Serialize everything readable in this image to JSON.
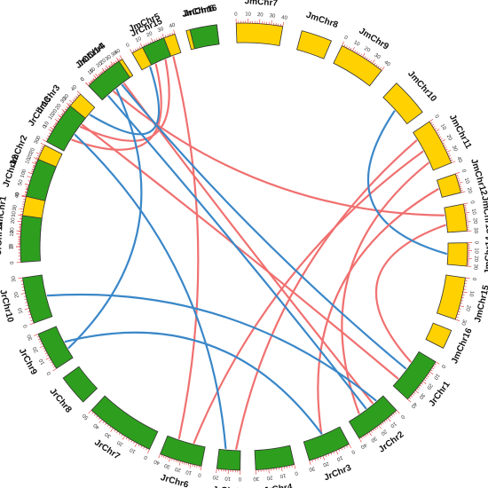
{
  "colors": {
    "jm_fill": "#FFD100",
    "jr_fill": "#2E9E1E",
    "block_stroke": "#333333",
    "tick": "#E03030",
    "link_red": "#F07070",
    "link_blue": "#3A87C8"
  },
  "chromosomes": [
    {
      "id": "JmChr1",
      "label": "JmChr1",
      "group": "Jm",
      "start": 168,
      "end": 181,
      "ticks": [
        "0",
        "10",
        "20",
        "30",
        "40",
        "50"
      ]
    },
    {
      "id": "JmChr2",
      "label": "JmChr2",
      "group": "Jm",
      "start": 151,
      "end": 159,
      "ticks": [
        "0",
        "10",
        "20",
        "30"
      ]
    },
    {
      "id": "JmChr3",
      "label": "JmChr3",
      "group": "Jm",
      "start": 133,
      "end": 144,
      "ticks": [
        "0",
        "10",
        "20",
        "30",
        "40"
      ]
    },
    {
      "id": "JmChr4",
      "label": "JmChr4",
      "group": "Jm",
      "start": 116,
      "end": 127,
      "ticks": [
        "0",
        "10",
        "20",
        "30",
        "40"
      ]
    },
    {
      "id": "JmChr5",
      "label": "JmChr5",
      "group": "Jm",
      "start": 100,
      "end": 112,
      "ticks": [
        "0",
        "10",
        "20",
        "30",
        "40"
      ]
    },
    {
      "id": "JmChr6",
      "label": "JmChr6",
      "group": "Jm",
      "start": 100,
      "end": 100,
      "ticks": []
    },
    {
      "id": "JmChr7",
      "label": "JmChr7",
      "group": "Jm",
      "start": 74,
      "end": 87,
      "ticks": [
        "0",
        "10",
        "20",
        "30",
        "40"
      ]
    },
    {
      "id": "JmChr8",
      "label": "JmChr8",
      "group": "Jm",
      "start": 61,
      "end": 68,
      "ticks": []
    },
    {
      "id": "JmChr9",
      "label": "JmChr9",
      "group": "Jm",
      "start": 45,
      "end": 57,
      "ticks": [
        "0",
        "10",
        "20",
        "30",
        "40"
      ]
    },
    {
      "id": "JmChr10",
      "label": "JmChr10",
      "group": "Jm",
      "start": 31,
      "end": 42,
      "ticks": []
    },
    {
      "id": "JmChr11",
      "label": "JmChr11",
      "group": "Jm",
      "start": 22,
      "end": 33,
      "ticks": [
        "0",
        "10",
        "20",
        "30",
        "40"
      ]
    },
    {
      "id": "JmChr12",
      "label": "JmChr12",
      "group": "Jm",
      "start": 16,
      "end": 22,
      "ticks": [
        "0",
        "10",
        "20"
      ]
    },
    {
      "id": "JmChr13",
      "label": "JmChr13",
      "group": "Jm",
      "start": 6,
      "end": 15,
      "ticks": [
        "0",
        "10",
        "20",
        "30"
      ]
    },
    {
      "id": "JmChr14",
      "label": "JmChr14",
      "group": "Jm",
      "start": -2,
      "end": 7,
      "ticks": [
        "0",
        "10",
        "20",
        "30"
      ]
    },
    {
      "id": "JmChr15",
      "label": "JmChr15",
      "group": "Jm",
      "start": -12,
      "end": -2,
      "ticks": [
        "0",
        "10",
        "20",
        "30"
      ]
    },
    {
      "id": "JmChr16",
      "label": "JmChr16",
      "group": "Jm",
      "start": -24,
      "end": -18,
      "ticks": []
    },
    {
      "id": "JrChr1",
      "label": "JrChr1",
      "group": "Jr",
      "start": -39,
      "end": -28,
      "ticks": [
        "0",
        "10",
        "20",
        "30",
        "40"
      ]
    },
    {
      "id": "JrChr2",
      "label": "JrChr2",
      "group": "Jr",
      "start": -55,
      "end": -44,
      "ticks": [
        "0",
        "10",
        "20",
        "30",
        "40"
      ]
    },
    {
      "id": "JrChr3",
      "label": "JrChr3",
      "group": "Jr",
      "start": -68,
      "end": -59,
      "ticks": [
        "0",
        "10",
        "20",
        "30"
      ]
    },
    {
      "id": "JrChr4",
      "label": "JrChr4",
      "group": "Jr",
      "start": -83,
      "end": -73,
      "ticks": [
        "0",
        "10",
        "20",
        "30"
      ]
    },
    {
      "id": "JrChr5",
      "label": "JrChr5",
      "group": "Jr",
      "start": -92,
      "end": -86,
      "ticks": [
        "0",
        "10",
        "20"
      ]
    },
    {
      "id": "JrChr6",
      "label": "JrChr6",
      "group": "Jr",
      "start": -108,
      "end": -96,
      "ticks": [
        "0",
        "10",
        "20",
        "30",
        "40"
      ]
    },
    {
      "id": "JrChr7",
      "label": "JrChr7",
      "group": "Jr",
      "start": -129,
      "end": -113,
      "ticks": [
        "0",
        "10",
        "20",
        "30",
        "40",
        "50"
      ]
    },
    {
      "id": "JrChr8",
      "label": "JrChr8",
      "group": "Jr",
      "start": -140,
      "end": -133,
      "ticks": []
    },
    {
      "id": "JrChr9",
      "label": "JrChr9",
      "group": "Jr",
      "start": -156,
      "end": -144,
      "ticks": [
        "0",
        "10",
        "20",
        "30"
      ]
    },
    {
      "id": "JrChr10",
      "label": "JrChr10",
      "group": "Jr",
      "start": -171,
      "end": -160,
      "ticks": [
        "0",
        "10",
        "20",
        "30"
      ]
    },
    {
      "id": "JrChr11",
      "label": "JrChr11",
      "group": "Jr",
      "start": -188,
      "end": -177,
      "ticks": [
        "0",
        "10",
        "20",
        "30"
      ]
    },
    {
      "id": "JrChr12",
      "label": "JrChr12",
      "group": "Jr",
      "start": -201,
      "end": -193,
      "ticks": [
        "0",
        "10",
        "20"
      ]
    },
    {
      "id": "JrChr13",
      "label": "JrChr13",
      "group": "Jr",
      "start": -217,
      "end": -207,
      "ticks": [
        "0",
        "10",
        "20",
        "30"
      ]
    },
    {
      "id": "JrChr14",
      "label": "JrChr14",
      "group": "Jr",
      "start": -234,
      "end": -224,
      "ticks": [
        "0",
        "10",
        "20",
        "30"
      ]
    },
    {
      "id": "JrChr15",
      "label": "JrChr15",
      "group": "Jr",
      "start": -246,
      "end": -241,
      "ticks": []
    },
    {
      "id": "JrChr16",
      "label": "JrChr16",
      "group": "Jr",
      "start": -260,
      "end": -254,
      "ticks": []
    }
  ],
  "links": [
    {
      "from": "JmChr5",
      "a": 0.35,
      "to": "JrChr13",
      "b": 0.35,
      "color": "red"
    },
    {
      "from": "JmChr5",
      "a": 0.6,
      "to": "JrChr13",
      "b": 0.75,
      "color": "red"
    },
    {
      "from": "JmChr5",
      "a": 0.8,
      "to": "JrChr6",
      "b": 0.7,
      "color": "red"
    },
    {
      "from": "JmChr4",
      "a": 0.7,
      "to": "JrChr2",
      "b": 0.3,
      "color": "red"
    },
    {
      "from": "JmChr3",
      "a": 0.5,
      "to": "JrChr1",
      "b": 0.8,
      "color": "red"
    },
    {
      "from": "JmChr3",
      "a": 0.8,
      "to": "JmChr5",
      "b": 0.2,
      "color": "blue"
    },
    {
      "from": "JmChr11",
      "a": 0.2,
      "to": "JrChr5",
      "b": 0.2,
      "color": "red"
    },
    {
      "from": "JmChr11",
      "a": 0.5,
      "to": "JrChr6",
      "b": 0.3,
      "color": "red"
    },
    {
      "from": "JmChr11",
      "a": 0.8,
      "to": "JrChr2",
      "b": 0.7,
      "color": "red"
    },
    {
      "from": "JmChr13",
      "a": 0.3,
      "to": "JrChr14",
      "b": 0.4,
      "color": "red"
    },
    {
      "from": "JmChr13",
      "a": 0.7,
      "to": "JrChr1",
      "b": 0.3,
      "color": "red"
    },
    {
      "from": "JmChr14",
      "a": 0.5,
      "to": "JmChr10",
      "b": 0.5,
      "color": "blue"
    },
    {
      "from": "JmChr12",
      "a": 0.5,
      "to": "JrChr3",
      "b": 0.5,
      "color": "red"
    },
    {
      "from": "JrChr1",
      "a": 0.5,
      "to": "JrChr14",
      "b": 0.7,
      "color": "blue"
    },
    {
      "from": "JrChr2",
      "a": 0.5,
      "to": "JrChr14",
      "b": 0.2,
      "color": "blue"
    },
    {
      "from": "JrChr2",
      "a": 0.2,
      "to": "JrChr10",
      "b": 0.5,
      "color": "blue"
    },
    {
      "from": "JrChr3",
      "a": 0.5,
      "to": "JrChr9",
      "b": 0.5,
      "color": "blue"
    },
    {
      "from": "JrChr14",
      "a": 0.5,
      "to": "JrChr9",
      "b": 0.3,
      "color": "blue"
    },
    {
      "from": "JrChr13",
      "a": 0.5,
      "to": "JrChr5",
      "b": 0.7,
      "color": "blue"
    }
  ]
}
